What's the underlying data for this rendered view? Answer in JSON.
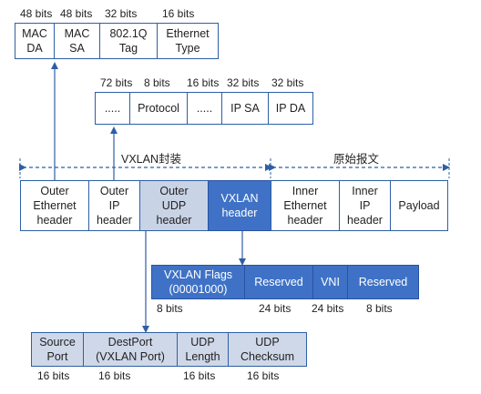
{
  "ethernet_frame": {
    "bits": [
      "48 bits",
      "48 bits",
      "32 bits",
      "16 bits"
    ],
    "fields": [
      "MAC\nDA",
      "MAC\nSA",
      "802.1Q\nTag",
      "Ethernet\nType"
    ]
  },
  "ip_header": {
    "bits": [
      "72 bits",
      "8 bits",
      "16 bits",
      "32 bits",
      "32 bits"
    ],
    "fields": [
      ".....",
      "Protocol",
      ".....",
      "IP SA",
      "IP DA"
    ]
  },
  "spans": {
    "vxlan_encap": "VXLAN封装",
    "original_packet": "原始报文"
  },
  "main_packet": {
    "fields": [
      "Outer\nEthernet\nheader",
      "Outer\nIP\nheader",
      "Outer\nUDP\nheader",
      "VXLAN\nheader",
      "Inner\nEthernet\nheader",
      "Inner\nIP\nheader",
      "Payload"
    ]
  },
  "vxlan_header": {
    "fields": [
      "VXLAN Flags\n(00001000)",
      "Reserved",
      "VNI",
      "Reserved"
    ],
    "bits": [
      "8 bits",
      "24 bits",
      "24 bits",
      "8 bits"
    ]
  },
  "udp_header": {
    "fields": [
      "Source\nPort",
      "DestPort\n(VXLAN Port)",
      "UDP\nLength",
      "UDP\nChecksum"
    ],
    "bits": [
      "16 bits",
      "16 bits",
      "16 bits",
      "16 bits"
    ]
  },
  "colors": {
    "border": "#2e5fa5",
    "light_fill": "#c9d3e6",
    "dark_fill": "#3f72c6",
    "arrow": "#2e5fa5"
  }
}
